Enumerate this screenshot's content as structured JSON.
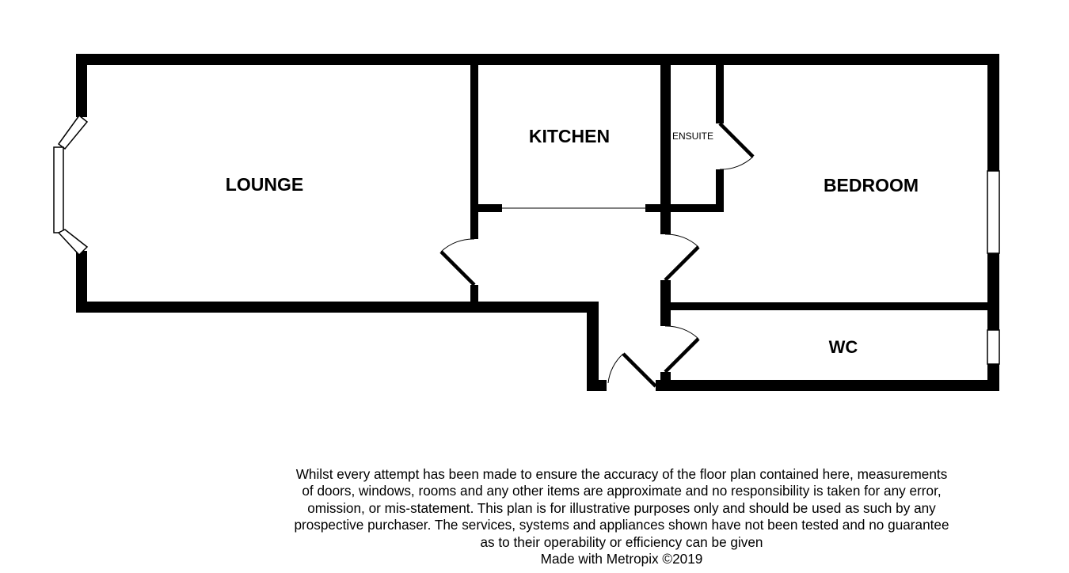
{
  "rooms": {
    "lounge": "LOUNGE",
    "kitchen": "KITCHEN",
    "ensuite": "ENSUITE",
    "bedroom": "BEDROOM",
    "wc": "WC"
  },
  "disclaimer": {
    "lines": [
      "Whilst every attempt has been made to ensure the accuracy of the floor plan contained here, measurements",
      "of doors, windows, rooms and any other items are approximate and no responsibility is taken for any error,",
      "omission, or mis-statement. This plan is for illustrative purposes only and should be used as such by any",
      "prospective purchaser. The services, systems and appliances shown have not been tested and no guarantee",
      "as to their operability or efficiency can be given"
    ],
    "credit": "Made with Metropix ©2019"
  },
  "colors": {
    "wall": "#000000",
    "window": "#ffffff",
    "background": "#ffffff"
  }
}
